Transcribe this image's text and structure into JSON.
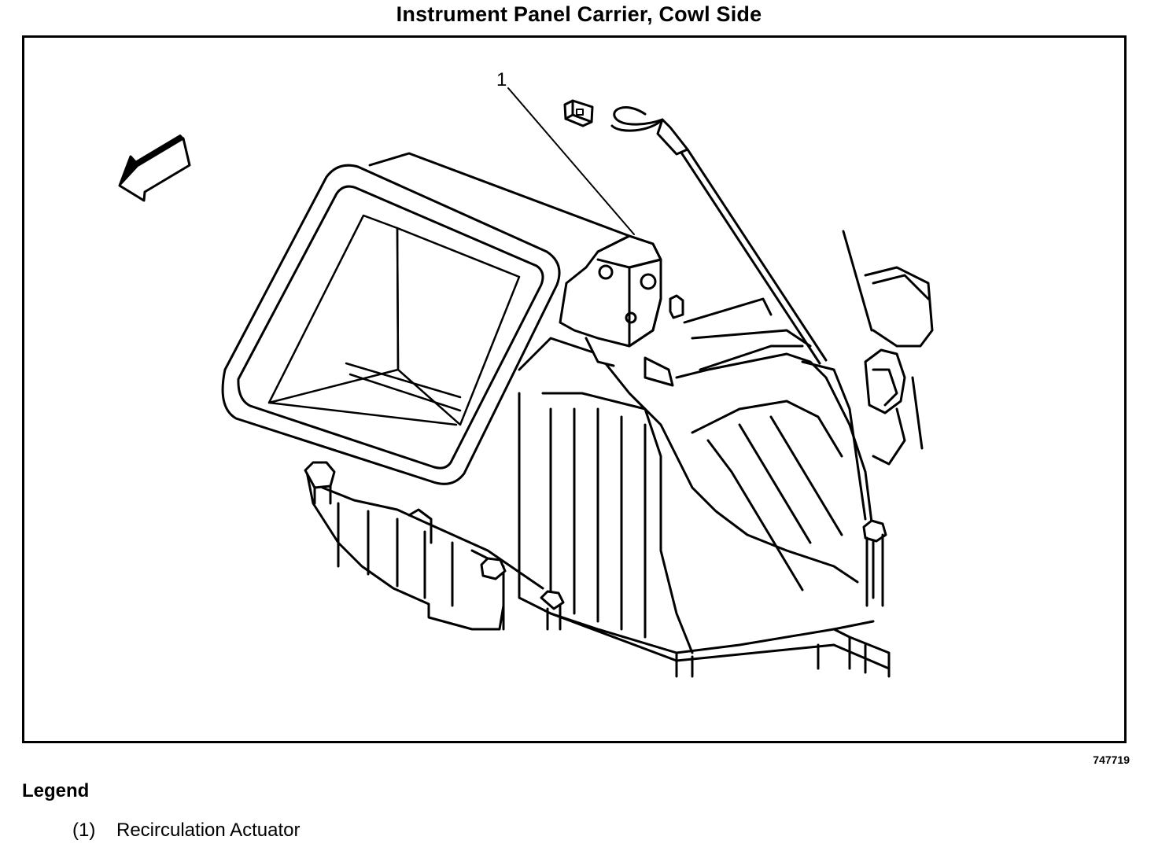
{
  "title": "Instrument Panel Carrier, Cowl Side",
  "figure_id": "747719",
  "callouts": [
    {
      "label": "1"
    }
  ],
  "legend": {
    "heading": "Legend",
    "items": [
      {
        "number": "(1)",
        "text": "Recirculation Actuator"
      }
    ]
  }
}
